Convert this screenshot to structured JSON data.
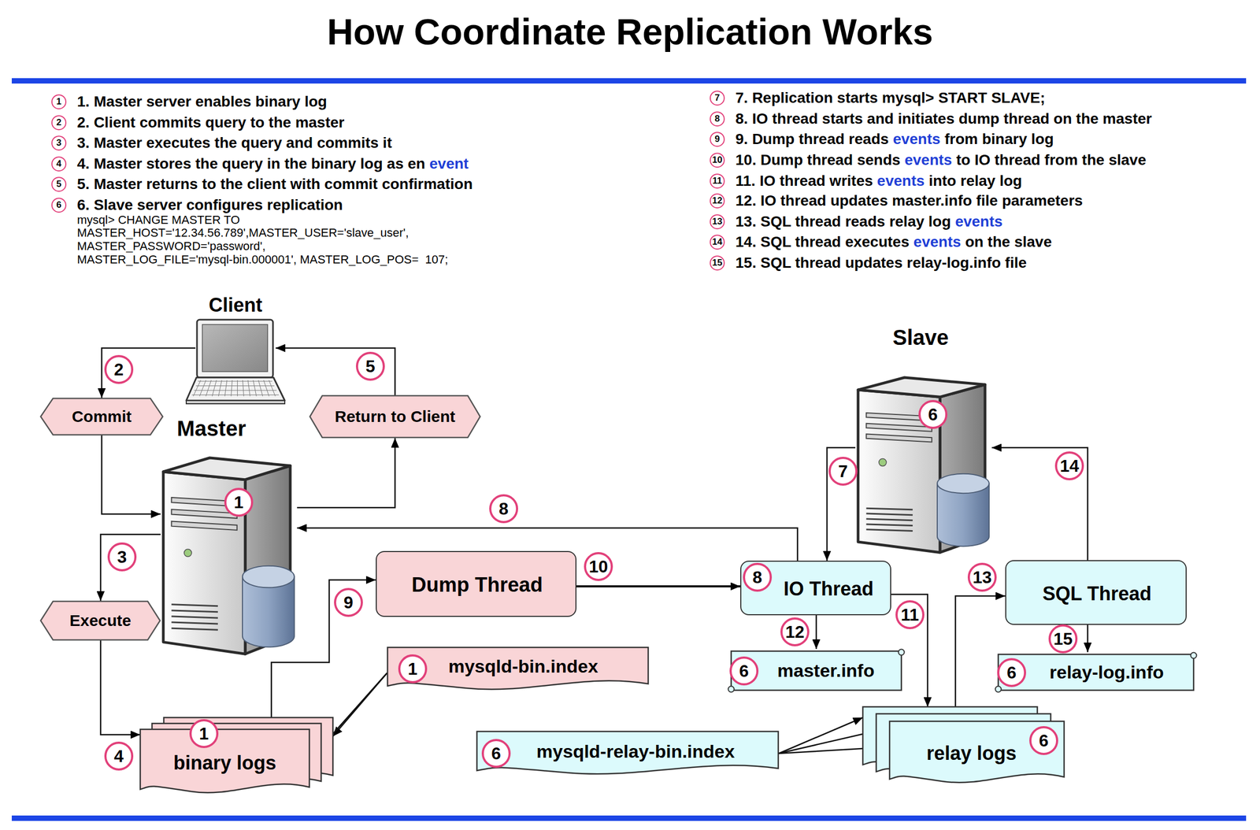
{
  "diagram": {
    "title": "How Coordinate Replication Works",
    "nodes": [
      {
        "text": [
          "Client"
        ]
      },
      {
        "text": [
          "Commit"
        ]
      },
      {
        "text": [
          "Return to Client"
        ]
      },
      {
        "text": [
          "Master",
          "1"
        ]
      },
      {
        "text": [
          "Execute"
        ]
      },
      {
        "text": [
          "Dump Thread"
        ]
      },
      {
        "text": [
          "1",
          "binary logs"
        ]
      },
      {
        "text": [
          "1",
          "mysqld-bin.index"
        ]
      },
      {
        "text": [
          "Slave",
          "6"
        ]
      },
      {
        "text": [
          "8",
          "IO Thread"
        ]
      },
      {
        "text": [
          "SQL Thread"
        ]
      },
      {
        "text": [
          "6",
          "master.info"
        ]
      },
      {
        "text": [
          "6",
          "relay-log.info"
        ]
      },
      {
        "text": [
          "6",
          "mysqld-relay-bin.index"
        ]
      },
      {
        "text": [
          "relay logs",
          "6"
        ]
      }
    ],
    "edges": [
      {
        "from": 0,
        "to": 1,
        "label": "2",
        "arrow": "to"
      },
      {
        "from": 1,
        "to": 3,
        "arrow": "to"
      },
      {
        "from": 3,
        "to": 2,
        "arrow": "to"
      },
      {
        "from": 2,
        "to": 0,
        "label": "5",
        "arrow": "to"
      },
      {
        "from": 3,
        "to": 4,
        "label": "3",
        "arrow": "to"
      },
      {
        "from": 4,
        "to": 6,
        "label": "4",
        "arrow": "to"
      },
      {
        "from": 6,
        "to": 5,
        "label": "9",
        "arrow": "to"
      },
      {
        "from": 9,
        "to": 3,
        "label": "8",
        "arrow": "to"
      },
      {
        "from": 5,
        "to": 9,
        "label": "10",
        "arrow": "to"
      },
      {
        "from": 8,
        "to": 9,
        "label": "7",
        "arrow": "to"
      },
      {
        "from": 9,
        "to": 11,
        "label": "12",
        "arrow": "to"
      },
      {
        "from": 9,
        "to": 14,
        "label": "11",
        "arrow": "to"
      },
      {
        "from": 14,
        "to": 10,
        "label": "13",
        "arrow": "to"
      },
      {
        "from": 10,
        "to": 8,
        "label": "14",
        "arrow": "to"
      },
      {
        "from": 10,
        "to": 12,
        "label": "15",
        "arrow": "to"
      },
      {
        "from": 7,
        "to": 6,
        "arrow": "to"
      },
      {
        "from": 7,
        "to": 6,
        "arrow": "to"
      },
      {
        "from": 7,
        "to": 6,
        "arrow": "to"
      },
      {
        "from": 13,
        "to": 14,
        "arrow": "to"
      },
      {
        "from": 13,
        "to": 14,
        "arrow": "to"
      },
      {
        "from": 13,
        "to": 14,
        "arrow": "to"
      }
    ],
    "labels": [
      "1",
      "1. Master server enables binary log",
      "2",
      "2. Client commits query to the master",
      "3",
      "3. Master executes the query and commits it",
      "4",
      "4. Master stores the query in the binary log as en",
      "event",
      "5",
      "5. Master returns to the client with commit confirmation",
      "6",
      "6. Slave server configures replication",
      "mysql> CHANGE MASTER TO",
      "MASTER_HOST='12.34.56.789',MASTER_USER='slave_user',",
      "MASTER_PASSWORD='password',",
      "MASTER_LOG_FILE='mysql-bin.000001', MASTER_LOG_POS=  107;",
      "7",
      "7. Replication starts mysql> START SLAVE;",
      "8",
      "8. IO thread starts and initiates dump thread on the master",
      "9",
      "9. Dump thread reads",
      "events",
      "from binary log",
      "10",
      "10. Dump thread sends",
      "events",
      "to IO thread from the slave",
      "11",
      "11. IO thread writes",
      "events",
      "into relay log",
      "12",
      "12. IO thread updates master.info file parameters",
      "13",
      "13. SQL thread reads relay log",
      "events",
      "14",
      "14. SQL thread executes",
      "events",
      "on the slave",
      "15",
      "15. SQL thread updates relay-log.info file"
    ]
  }
}
